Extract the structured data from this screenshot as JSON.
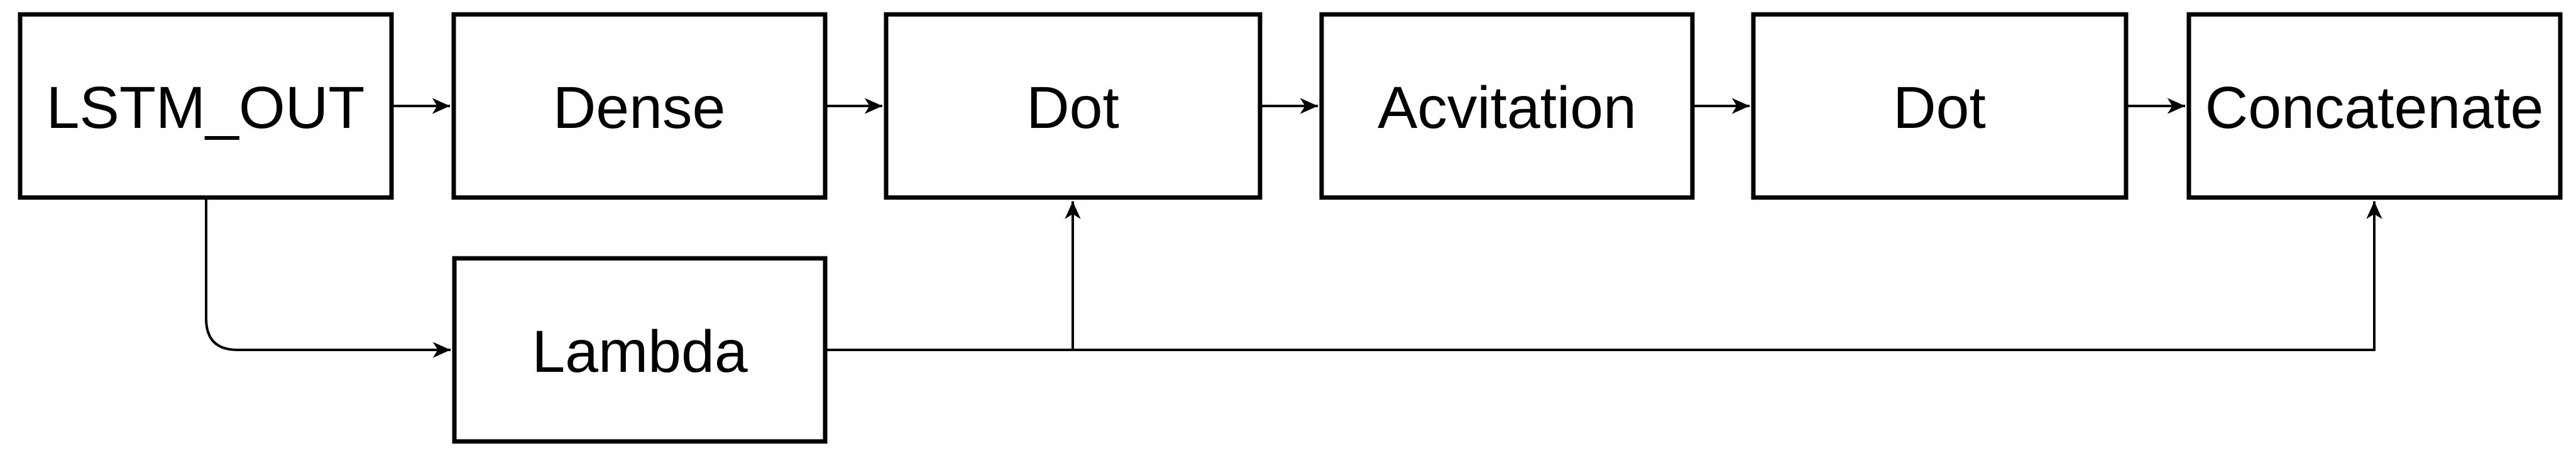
{
  "diagram": {
    "type": "flowchart",
    "background_color": "#ffffff",
    "node_fill_color": "#ffffff",
    "stroke_color": "#000000",
    "text_color": "#000000",
    "nodes": [
      {
        "id": "lstm_out",
        "label": "LSTM_OUT"
      },
      {
        "id": "dense",
        "label": "Dense"
      },
      {
        "id": "dot_1",
        "label": "Dot"
      },
      {
        "id": "acvitation",
        "label": "Acvitation"
      },
      {
        "id": "dot_2",
        "label": "Dot"
      },
      {
        "id": "concatenate",
        "label": "Concatenate"
      },
      {
        "id": "lambda",
        "label": "Lambda"
      }
    ],
    "edges": [
      {
        "from": "lstm_out",
        "to": "dense",
        "style": "arrow"
      },
      {
        "from": "dense",
        "to": "dot_1",
        "style": "arrow"
      },
      {
        "from": "dot_1",
        "to": "acvitation",
        "style": "arrow"
      },
      {
        "from": "acvitation",
        "to": "dot_2",
        "style": "arrow"
      },
      {
        "from": "dot_2",
        "to": "concatenate",
        "style": "arrow"
      },
      {
        "from": "lstm_out",
        "to": "lambda",
        "style": "arrow-elbow"
      },
      {
        "from": "lambda",
        "to": "dot_1",
        "style": "arrow-branch-up"
      },
      {
        "from": "lambda",
        "to": "concatenate",
        "style": "arrow-elbow-up"
      }
    ]
  }
}
